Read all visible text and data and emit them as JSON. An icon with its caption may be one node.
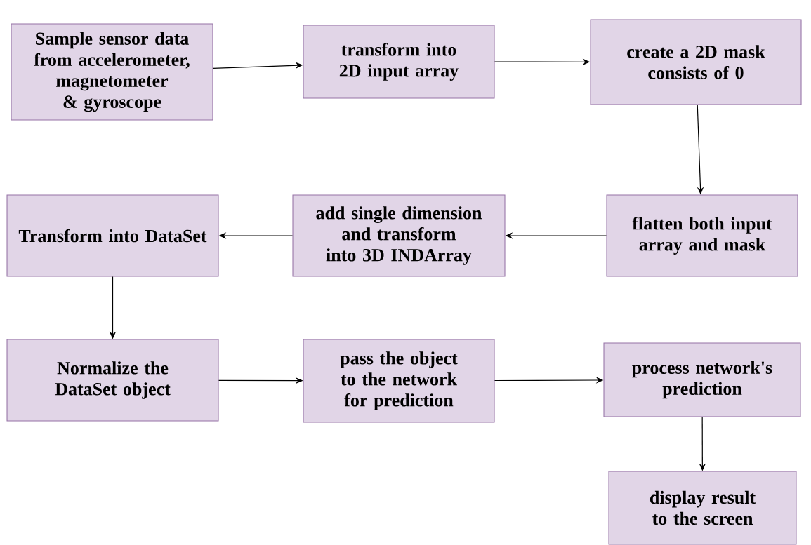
{
  "diagram": {
    "nodes": [
      {
        "text": [
          "Sample sensor data from accelerometer, magnetometer & gyroscope"
        ]
      },
      {
        "text": [
          "transform into 2D input array"
        ]
      },
      {
        "text": [
          "create a 2D mask consists of 0"
        ]
      },
      {
        "text": [
          "flatten both input array and mask"
        ]
      },
      {
        "text": [
          "add single dimension and transform into 3D INDArray"
        ]
      },
      {
        "text": [
          "Transform into DataSet"
        ]
      },
      {
        "text": [
          "Normalize the DataSet object"
        ]
      },
      {
        "text": [
          "pass the object to the network for prediction"
        ]
      },
      {
        "text": [
          "process network's prediction"
        ]
      },
      {
        "text": [
          "display result to the screen"
        ]
      }
    ],
    "edges": [
      {
        "from": 0,
        "to": 1,
        "arrow": "to"
      },
      {
        "from": 1,
        "to": 2,
        "arrow": "to"
      },
      {
        "from": 2,
        "to": 3,
        "arrow": "to"
      },
      {
        "from": 3,
        "to": 4,
        "arrow": "to"
      },
      {
        "from": 4,
        "to": 5,
        "arrow": "to"
      },
      {
        "from": 5,
        "to": 6,
        "arrow": "to"
      },
      {
        "from": 6,
        "to": 7,
        "arrow": "to"
      },
      {
        "from": 7,
        "to": 8,
        "arrow": "to"
      },
      {
        "from": 8,
        "to": 9,
        "arrow": "to"
      }
    ]
  }
}
